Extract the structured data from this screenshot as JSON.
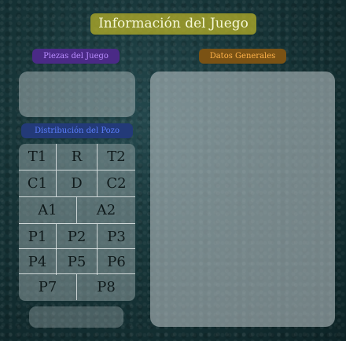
{
  "title": "Información del Juego",
  "sections": {
    "piezas": "Piezas del Juego",
    "datos": "Datos Generales",
    "distribucion": "Distribución del Pozo"
  },
  "pozo": {
    "rows": [
      [
        "T1",
        "R",
        "T2"
      ],
      [
        "C1",
        "D",
        "C2"
      ],
      [
        "A1",
        "A2"
      ],
      [
        "P1",
        "P2",
        "P3"
      ],
      [
        "P4",
        "P5",
        "P6"
      ],
      [
        "P7",
        "P8"
      ]
    ]
  },
  "colors": {
    "title_bg": "#afaa28",
    "piezas_text": "#b98cff",
    "datos_text": "#ffb24a",
    "distribucion_text": "#5c7fff"
  }
}
